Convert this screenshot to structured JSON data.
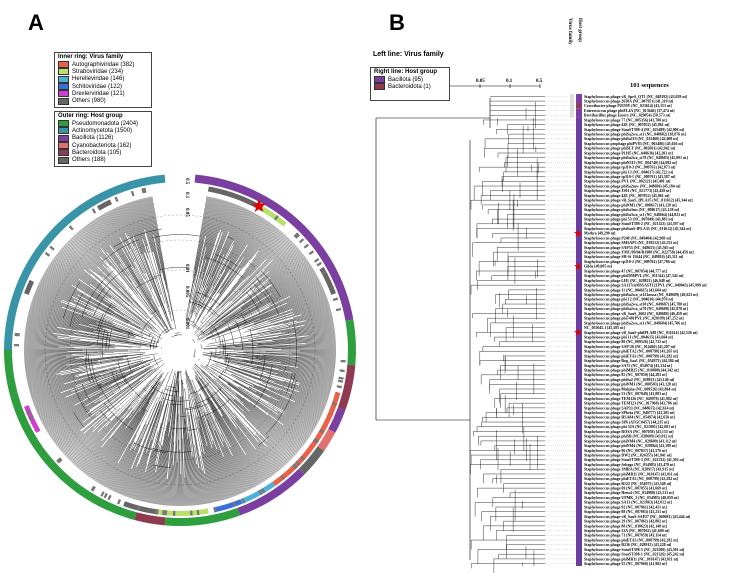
{
  "panel_a": {
    "letter": "A",
    "inner_legend": {
      "title": "Inner ring: Virus family",
      "items": [
        {
          "label": "Autographiviridae (382)",
          "color": "#e8624a"
        },
        {
          "label": "Straboviridae (234)",
          "color": "#b8e06a"
        },
        {
          "label": "Herelleviridae (146)",
          "color": "#4fb0d8"
        },
        {
          "label": "Schitoviridae (122)",
          "color": "#3a6fd8"
        },
        {
          "label": "Drexlerviridae (121)",
          "color": "#d040d0"
        },
        {
          "label": "Others (980)",
          "color": "#666666"
        }
      ]
    },
    "outer_legend": {
      "title": "Outer ring: Host group",
      "items": [
        {
          "label": "Pseudomonadota (2404)",
          "color": "#2e9e3e"
        },
        {
          "label": "Actinomycetota (1500)",
          "color": "#3a94a8"
        },
        {
          "label": "Bacillota (1126)",
          "color": "#7a3fa0"
        },
        {
          "label": "Cyanobacteriota (162)",
          "color": "#e07070"
        },
        {
          "label": "Bacteroidota (105)",
          "color": "#8e3a50"
        },
        {
          "label": "Others (188)",
          "color": "#666666"
        }
      ]
    },
    "scale_ticks": [
      "0.5",
      "0.1",
      "0.05",
      "0.01",
      "0.005",
      "0.001"
    ]
  },
  "panel_b": {
    "letter": "B",
    "left_line_label": "Left line: Virus family",
    "right_line_title": "Right line: Host group",
    "right_items": [
      {
        "label": "Bacillota (95)",
        "color": "#7a3fa0"
      },
      {
        "label": "Bacteroidota (1)",
        "color": "#8e3a50"
      }
    ],
    "column_headers": [
      "Virus family",
      "Host group"
    ],
    "sequences_label": "101 sequences",
    "scale_ticks": [
      "0.001",
      "0.005",
      "0.01",
      "0.05",
      "0.1",
      "0.5"
    ],
    "leaves": [
      "Staphylococcus phage vB_SpeS_QT1 (NC_048192) [43,029 nt]",
      "Staphylococcus phage 2638A (NC_007051) [41,310 nt]",
      "Croceibacter phage P2559Y (NC_023614) [43,153 nt]",
      "Enterococcus phage phiFL4A (NC_013646) [37,474 nt]",
      "Brevibacillus phage Emery (NC_029054) [50,573 nt]",
      "Staphylococcus phage 77 (NC_005356) [41,708 nt]",
      "Staphylococcus phage 42E (NC_007052) [45,861 nt]",
      "Staphylococcus phage StauST398-4 (NC_023499) [42,906 nt]",
      "Staphylococcus phage phiSa2wa_st1 (NC_048682) [38,876 nt]",
      "Staphylococcus phage phiSa119 (NC_025460) [42,608 nt]",
      "Staphylococcus prophage phiPV83 (NC_002486) [45,636 nt]",
      "Staphylococcus phage phiSLT (NC_002661) [42,942 nt]",
      "Staphylococcus phage P1105 (NC_048636) [42,203 nt]",
      "Staphylococcus phage phiSa2wa_st78 (NC_048683) [45,001 nt]",
      "Staphylococcus phage phiN315 (NC_004740) [44,082 nt]",
      "Staphylococcus phage tp310-3 (NC_009763) [42,873 nt]",
      "Staphylococcus phage phi 13 (NC_004617) [42,722 nt]",
      "Staphylococcus phage tp310-1 (NC_009761) [43,587 nt]",
      "Staphylococcus phage PVL (NC_002321) [41,401 nt]",
      "Staphylococcus phage phiSa2mw (NC_048696) [45,184 nt]",
      "Staphylococcus phage JS01 (NC_021773) [43,458 nt]",
      "Staphylococcus phage 42E (NC_007052) [45,861 nt]",
      "Staphylococcus phage vB_SauS_IPLA35 (NC_011612) [45,344 nt]",
      "Staphylococcus phage phiNM3 (NC_008617) [43,128 nt]",
      "Staphylococcus phage phiSa3ms (NC_008617) [43,128 nt]",
      "Staphylococcus phage phiSa3wa_st1 (NC_048664) [44,823 nt]",
      "Staphylococcus phage phi 53 (NC_007049) [43,883 nt]",
      "Staphylococcus phage StauST398-2 (NC_021323) [43,597 nt]",
      "Staphylococcus phage phiSauS-IPLA35 (NC_011612) [45,344 nt]",
      "Mothra [49,290 nt]",
      "Staphylococcus phage P240 (NC_049404) [42,969 nt]",
      "Staphylococcus phage SMSAP5 (NC_019512) [43,552 nt]",
      "Staphylococcus phage SAP33 (NC_048655) [45,565 nt]",
      "Staphylococcus phage YMC/09/04/R1988 (NC_022758) [44,459 nt]",
      "Staphylococcus phage SH-St 15644 (NC_049810) [45,311 nt]",
      "Staphylococcus phage tp310-2 (NC_009762) [47,786 nt]",
      "Gilda [49,005 nt]",
      "Staphylococcus phage 47 (NC_007054) [44,777 nt]",
      "Staphylococcus phage phi2958PVL (NC_011344) [47,342 nt]",
      "Staphylococcus phage LH1 (NC_028821) [46,048 nt]",
      "Staphylococcus phage SA137ruMSSAST121PVL (NC_049043) [45,999 nt]",
      "Staphylococcus phage 11 (NC_004615) [43,604 nt]",
      "Staphylococcus phage phiSa2wa_st121mssa (NC_049689) [49,623 nt]",
      "Staphylococcus phage phi 12 (NC_004616) [44,970 nt]",
      "Staphylococcus phage phiSa2wa_st30 (NC_049687) [45,780 nt]",
      "Staphylococcus phage phiSa2wa_st78 (NC_049688) [45,878 nt]",
      "Staphylococcus phage vB_SauS_2602 (NC_049680) [46,459 nt]",
      "Staphylococcus phage phi7401PVL (NC_020199) [47,252 nt]",
      "Staphylococcus phage phiSa2wa_st1 (NC_049684) [45,706 nt]",
      "NC_055045.1 [45,585 nt]",
      "Staphylococcus phage vB_SauS-phiIPLA88 (NC_011614) [42,526 nt]",
      "Staphylococcus phage phi 11 (NC_004615) [43,604 nt]",
      "Staphylococcus phage 80 (NC_009526) [42,732 nt]",
      "Staphylococcus phage SAP-26 (NC_014460) [41,207 nt]",
      "Staphylococcus phage phiETA2 (NC_008798) [43,265 nt]",
      "Staphylococcus phage phiETA3 (NC_008799) [43,282 nt]",
      "Staphylococcus phage Bog_Saa1 (NC_054973) [44,384 nt]",
      "Staphylococcus phage SA75 (NC_054974) [43,334 nt]",
      "Staphylococcus phage phiMR25 (NC_010808) [44,342 nt]",
      "Staphylococcus phage 85 (NC_007050) [44,283 nt]",
      "Staphylococcus phage phiSa2 (NC_028913) [43,140 nt]",
      "Staphylococcus phage phiNM1 (NC_008583) [43,128 nt]",
      "Staphylococcus phage 80alpha (NC_009526) [43,864 nt]",
      "Staphylococcus phage 53 (NC_007049) [43,883 nt]",
      "Staphylococcus phage TEM126 (NC_049970) [41,882 nt]",
      "Staphylococcus phage TEM123 (NC_017968) [43,786 nt]",
      "Staphylococcus phage SAP33 (NC_048655) [42,614 nt]",
      "Staphylococcus phage SPbeta (NC_049777) [43,305 nt]",
      "Staphylococcus phage HSA84 (NC_054974) [42,650 nt]",
      "Staphylococcus phage SP6 (ATGC0457) [44,235 nt]",
      "Staphylococcus phage phi 52A (NC_021001) [42,001 nt]",
      "Staphylococcus phage ROSA (NC_007058) [43,155 nt]",
      "Staphylococcus phage phiSB (NC_028609) [43,012 nt]",
      "Staphylococcus phage phiNM4 (NC_028609) [43,112 nt]",
      "Staphylococcus phage phiNM4 (NC_028864) [43,189 nt]",
      "Staphylococcus phage 96 (NC_007057) [43,576 nt]",
      "Staphylococcus phage DW2 (NC_024355) [41,941 nt]",
      "Staphylococcus phage StauST398-3 (NC_021332) [41,392 nt]",
      "Staphylococcus phage Sebago (NC_054985) [43,478 nt]",
      "Staphylococcus phage 3MRA (NC_028917) [43,915 nt]",
      "Staphylococcus phage phiMR11 (NC_010147) [43,011 nt]",
      "Staphylococcus phage phiETA3 (NC_008799) [43,282 nt]",
      "Staphylococcus phage B122 (NC_054975) [43,548 nt]",
      "Staphylococcus phage 69 (NC_007055) [41,669 nt]",
      "Staphylococcus phage Henu2 (NC_054980) [43,513 nt]",
      "Staphylococcus phage UPMK_2 (NC_054983) [40,059 nt]",
      "Staphylococcus phage SA13 (NC_021863) [42,012 nt]",
      "Staphylococcus phage 92 (NC_007061) [42,431 nt]",
      "Staphylococcus phage 88 (NC_007063) [43,231 nt]",
      "Staphylococcus phage vB_SauS-SAP27 (NC_049681) [43,444 nt]",
      "Staphylococcus phage 29 (NC_007061) [42,802 nt]",
      "Staphylococcus phage 88 (NC_030623) [42,148 nt]",
      "Staphylococcus phage 52A (NC_007062) [41,690 nt]",
      "Staphylococcus phage 71 (NC_007059) [43,114 nt]",
      "Staphylococcus phage phiETA3 (NC_008799) [43,282 nt]",
      "Staphylococcus phage B236 (NC_028915) [43,228 nt]",
      "Staphylococcus phage StauST398-5 (NC_023500) [43,501 nt]",
      "Staphylococcus phage StauST398-1 (NC_021326) [45,242 nt]",
      "Staphylococcus phage phiMR11 (NC_010147) [43,011 nt]",
      "Staphylococcus phage 55 (NC_007060) [41,902 nt]"
    ],
    "leaf_colors": [
      "#7a3fa0",
      "#7a3fa0",
      "#8e3a50",
      "#7a3fa0",
      "#7a3fa0"
    ]
  }
}
